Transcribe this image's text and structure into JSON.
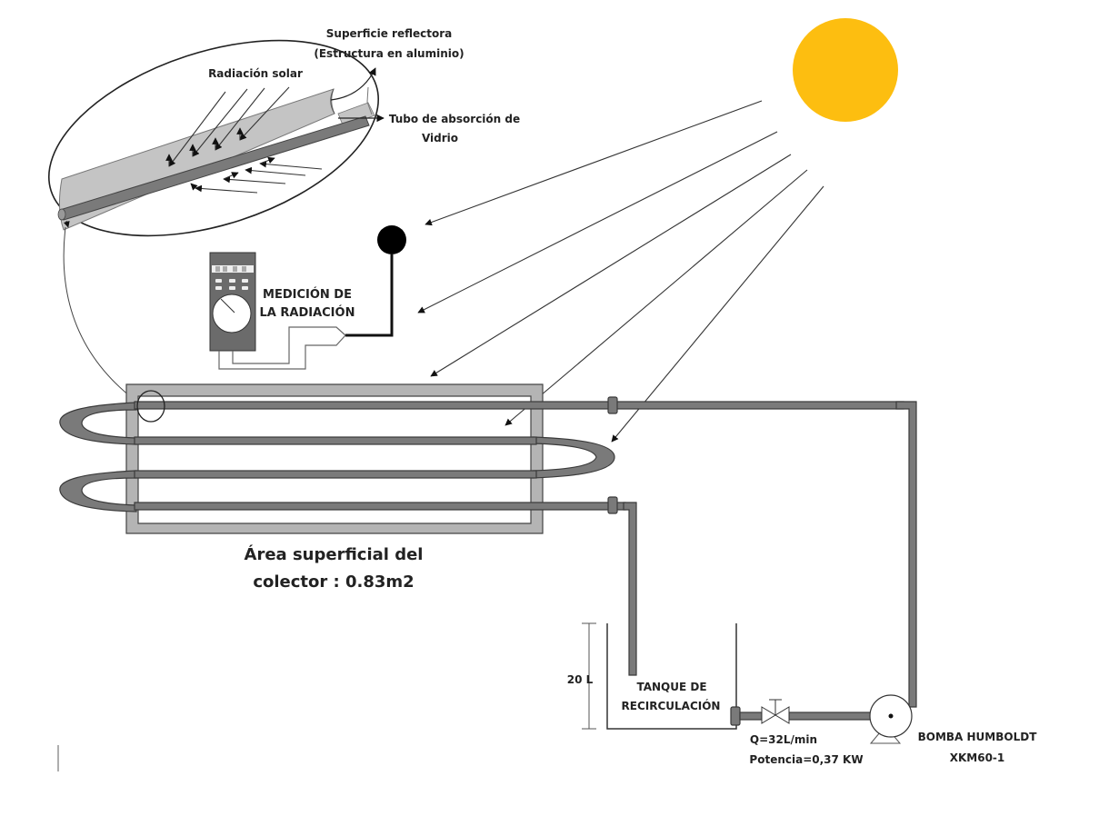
{
  "colors": {
    "sun": "#FDBE10",
    "pipe": "#7a7a7a",
    "frame": "#b4b4b4",
    "line": "#333333"
  },
  "inset": {
    "label_reflector_1": "Superficie reflectora",
    "label_reflector_2": "(Estructura en aluminio)",
    "label_radiation": "Radiación solar",
    "label_tube_1": "Tubo de absorción de",
    "label_tube_2": "Vidrio"
  },
  "meter": {
    "label_1": "MEDICIÓN DE",
    "label_2": "LA RADIACIÓN"
  },
  "collector": {
    "label_1": "Área superficial del",
    "label_2": "colector : 0.83m2"
  },
  "tank": {
    "label_1": "TANQUE DE",
    "label_2": "RECIRCULACIÓN",
    "volume": "20 L"
  },
  "flow": {
    "rate": "Q=32L/min",
    "power": "Potencia=0,37 KW"
  },
  "pump": {
    "label_1": "BOMBA HUMBOLDT",
    "label_2": "XKM60-1"
  }
}
